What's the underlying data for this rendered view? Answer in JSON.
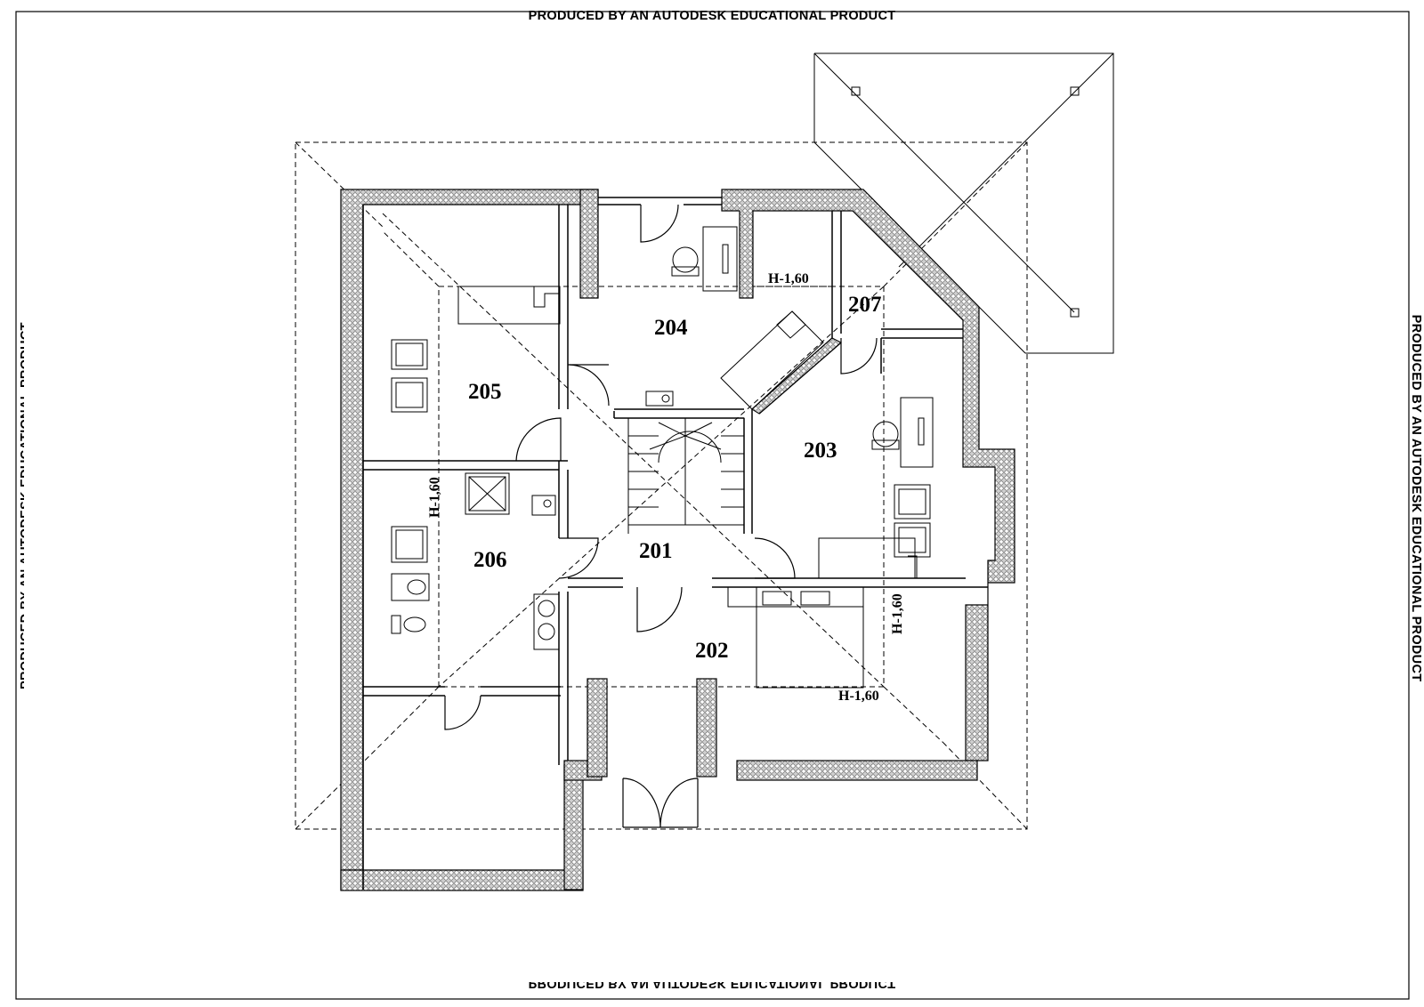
{
  "watermark": "PRODUCED BY AN AUTODESK EDUCATIONAL PRODUCT",
  "rooms": {
    "r201": "201",
    "r202": "202",
    "r203": "203",
    "r204": "204",
    "r205": "205",
    "r206": "206",
    "r207": "207"
  },
  "height_notes": {
    "n204": "H-1,60",
    "n206": "H-1,60",
    "n203": "H-1,60",
    "n202": "H-1,60"
  },
  "colors": {
    "line": "#000000",
    "wall_fill": "#c8c8c8",
    "paper": "#ffffff"
  }
}
